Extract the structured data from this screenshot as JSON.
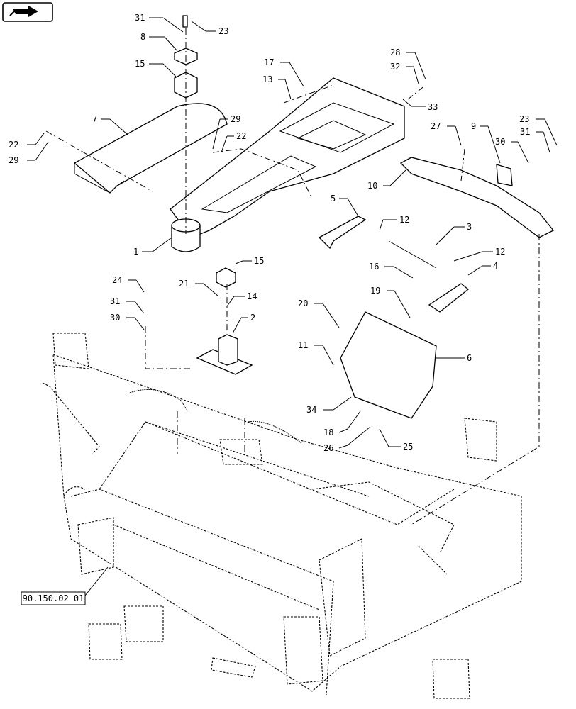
{
  "nav_button": {
    "icon": "forward-arrow-icon"
  },
  "reference_box": {
    "text": "90.150.02 01"
  },
  "callouts": [
    {
      "text": "31"
    },
    {
      "text": "23"
    },
    {
      "text": "8"
    },
    {
      "text": "15"
    },
    {
      "text": "7"
    },
    {
      "text": "22"
    },
    {
      "text": "29"
    },
    {
      "text": "29"
    },
    {
      "text": "22"
    },
    {
      "text": "17"
    },
    {
      "text": "13"
    },
    {
      "text": "28"
    },
    {
      "text": "32"
    },
    {
      "text": "33"
    },
    {
      "text": "27"
    },
    {
      "text": "9"
    },
    {
      "text": "23"
    },
    {
      "text": "30"
    },
    {
      "text": "31"
    },
    {
      "text": "10"
    },
    {
      "text": "5"
    },
    {
      "text": "12"
    },
    {
      "text": "3"
    },
    {
      "text": "1"
    },
    {
      "text": "15"
    },
    {
      "text": "12"
    },
    {
      "text": "16"
    },
    {
      "text": "4"
    },
    {
      "text": "24"
    },
    {
      "text": "21"
    },
    {
      "text": "14"
    },
    {
      "text": "31"
    },
    {
      "text": "2"
    },
    {
      "text": "30"
    },
    {
      "text": "19"
    },
    {
      "text": "20"
    },
    {
      "text": "6"
    },
    {
      "text": "11"
    },
    {
      "text": "34"
    },
    {
      "text": "18"
    },
    {
      "text": "26"
    },
    {
      "text": "25"
    }
  ]
}
